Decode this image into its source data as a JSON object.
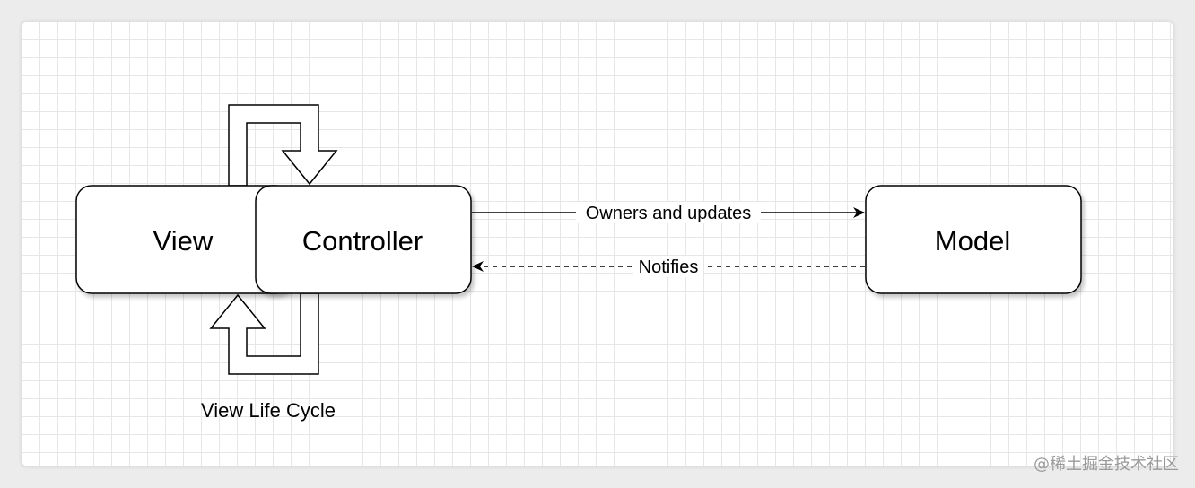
{
  "diagram": {
    "nodes": {
      "view": "View",
      "controller": "Controller",
      "model": "Model"
    },
    "edges": {
      "owns": "Owners and updates",
      "notifies": "Notifies"
    },
    "caption": "View Life Cycle"
  },
  "watermark": "@稀土掘金技术社区",
  "colors": {
    "stroke": "#000000",
    "node_fill": "#ffffff",
    "canvas_bg": "#ffffff",
    "grid": "#e6e6e6"
  }
}
